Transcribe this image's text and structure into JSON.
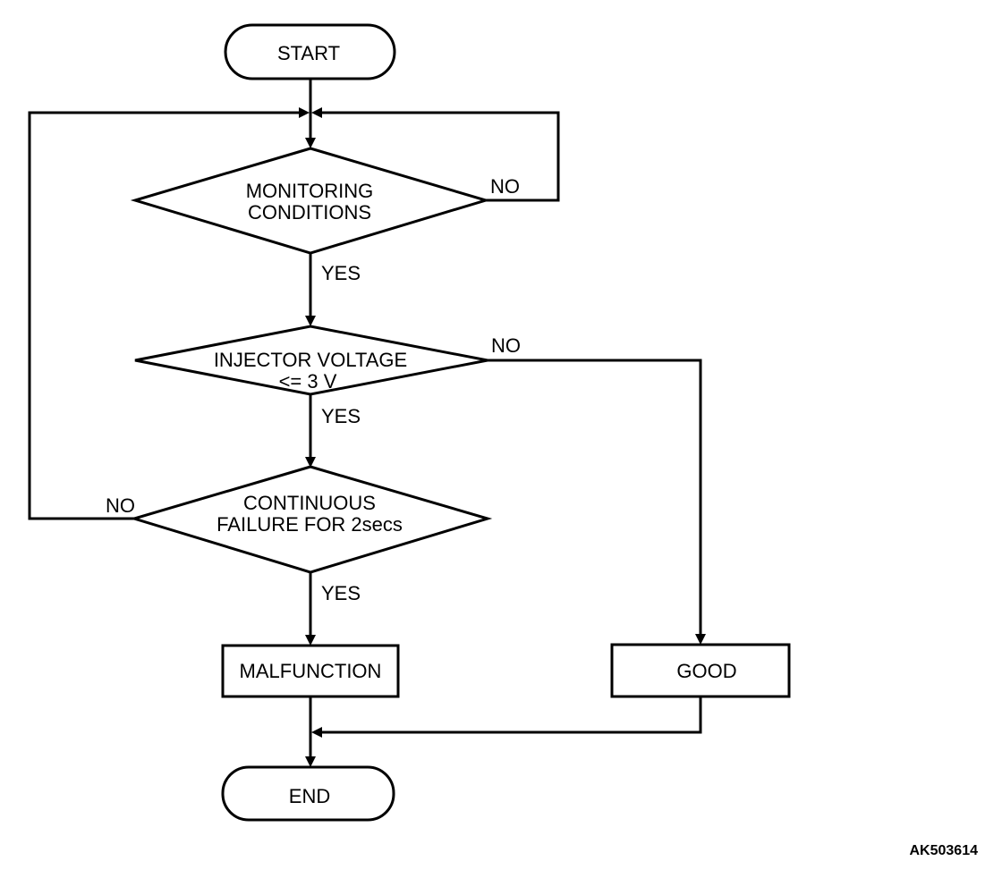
{
  "nodes": {
    "start": "START",
    "monitoring": [
      "MONITORING",
      "CONDITIONS"
    ],
    "injector": [
      "INJECTOR VOLTAGE",
      "<= 3 V"
    ],
    "continuous": [
      "CONTINUOUS",
      "FAILURE FOR 2secs"
    ],
    "malfunction": "MALFUNCTION",
    "good": "GOOD",
    "end": "END"
  },
  "edge_labels": {
    "monitoring_no": "NO",
    "monitoring_yes": "YES",
    "injector_no": "NO",
    "injector_yes": "YES",
    "continuous_no": "NO",
    "continuous_yes": "YES"
  },
  "figure_code": "AK503614"
}
